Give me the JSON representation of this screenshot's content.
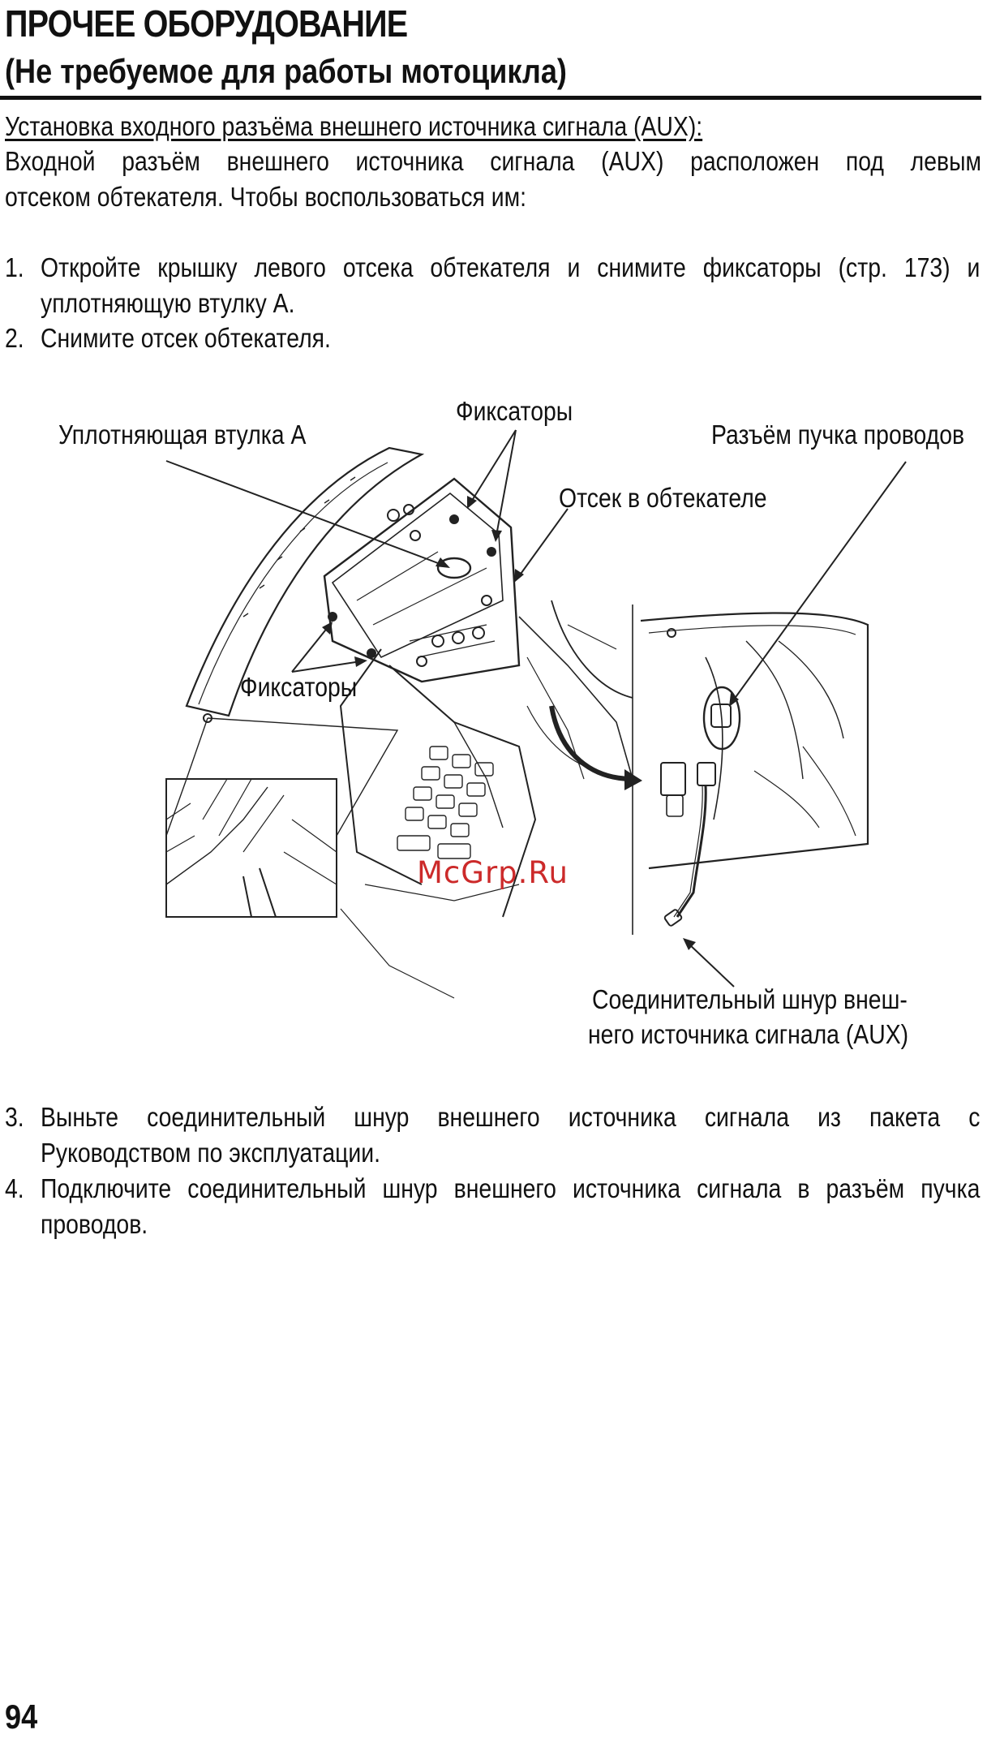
{
  "header": {
    "title": "ПРОЧЕЕ ОБОРУДОВАНИЕ",
    "subtitle": "(Не требуемое для работы мотоцикла)"
  },
  "section": {
    "heading": "Установка входного разъёма внешнего источника сигнала (AUX):",
    "intro_line1": "Входной разъём внешнего источника сигнала (AUX) расположен под левым",
    "intro_line2": "отсеком обтекателя. Чтобы воспользоваться им:"
  },
  "steps_top": [
    {
      "num": "1.",
      "line1": "Откройте крышку левого отсека обтекателя и снимите фиксаторы (стр. 173) и",
      "line2": "уплотняющую втулку A."
    },
    {
      "num": "2.",
      "line1": "Снимите отсек обтекателя.",
      "line2": ""
    }
  ],
  "figure": {
    "label_grommet": "Уплотняющая втулка A",
    "label_clips_top": "Фиксаторы",
    "label_harness": "Разъём пучка проводов",
    "label_compartment": "Отсек в обтекателе",
    "label_clips_bottom": "Фиксаторы",
    "label_cord_line1": "Соединительный шнур внеш-",
    "label_cord_line2": "него источника сигнала (AUX)",
    "watermark": "McGrp.Ru"
  },
  "steps_bottom": [
    {
      "num": "3.",
      "line1": "Выньте соединительный шнур внешнего источника сигнала из пакета с",
      "line2": "Руководством по эксплуатации."
    },
    {
      "num": "4.",
      "line1": "Подключите соединительный шнур внешнего источника сигнала в разъём пучка",
      "line2": "проводов."
    }
  ],
  "footer": {
    "page_number": "94"
  }
}
